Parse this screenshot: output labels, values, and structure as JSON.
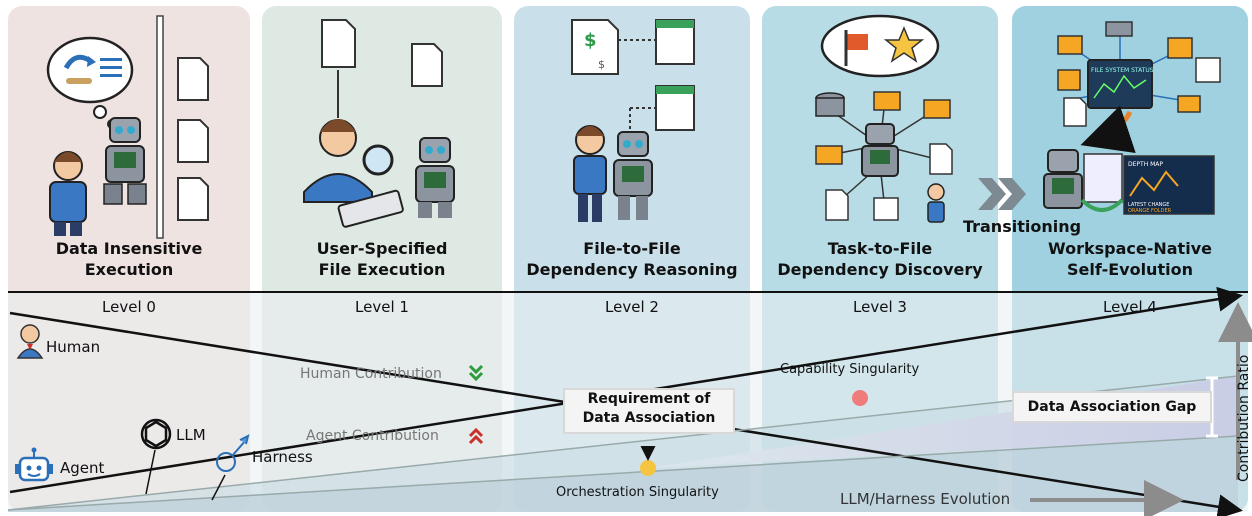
{
  "levels": [
    {
      "title_lines": [
        "Data Insensitive",
        "Execution"
      ],
      "level": "Level 0",
      "color": "#efe3e1"
    },
    {
      "title_lines": [
        "User-Specified",
        "File Execution"
      ],
      "level": "Level 1",
      "color": "#dfe9e4"
    },
    {
      "title_lines": [
        "File-to-File",
        "Dependency Reasoning"
      ],
      "level": "Level 2",
      "color": "#c9dfe9"
    },
    {
      "title_lines": [
        "Task-to-File",
        "Dependency Discovery"
      ],
      "level": "Level 3",
      "color": "#b8dce6"
    },
    {
      "title_lines": [
        "Workspace-Native",
        "Self-Evolution"
      ],
      "level": "Level 4",
      "color": "#9fd1e1"
    }
  ],
  "transition_label": "Transitioning",
  "legend": {
    "human": "Human",
    "agent": "Agent",
    "llm": "LLM",
    "harness": "Harness"
  },
  "annotations": {
    "human_contribution": "Human Contribution",
    "agent_contribution": "Agent Contribution",
    "capability_singularity": "Capability Singularity",
    "orchestration_singularity": "Orchestration Singularity",
    "requirement_box": [
      "Requirement of",
      "Data Association"
    ],
    "gap_box": "Data Association Gap",
    "evolution": "LLM/Harness Evolution",
    "contribution_ratio": "Contribution Ratio"
  },
  "icon_texts": {
    "file_status": "FILE SYSTEM STATUS",
    "depth_map": "DEPTH MAP",
    "latest_change": "LATEST CHANGE",
    "orange_folder": "ORANGE FOLDER"
  },
  "colors": {
    "human_arrow": "#111111",
    "agent_arrow": "#111111",
    "capability_dot": "#f07b7b",
    "orchestration_dot": "#f5c542",
    "down_chevron": "#2e9b3c",
    "up_chevron": "#c8322b",
    "gap_fill": "#c9cbe5"
  }
}
